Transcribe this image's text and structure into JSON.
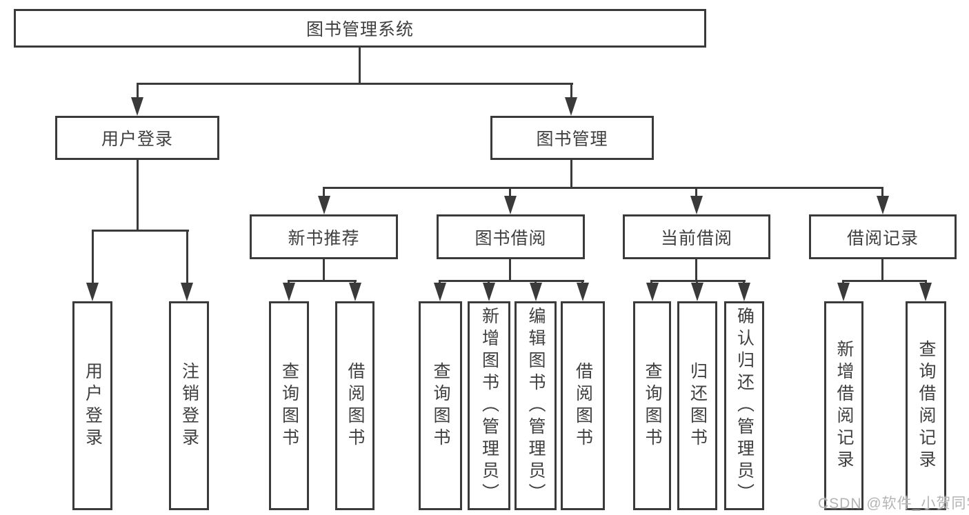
{
  "nodes": {
    "root": "图书管理系统",
    "user_login": "用户登录",
    "book_mgmt": "图书管理",
    "sections": [
      "新书推荐",
      "图书借阅",
      "当前借阅",
      "借阅记录"
    ],
    "login_children": [
      "用户登录",
      "注销登录"
    ],
    "recommend_children": [
      "查询图书",
      "借阅图书"
    ],
    "borrow_children": [
      "查询图书",
      "新增图书（管理员）",
      "编辑图书（管理员）",
      "借阅图书"
    ],
    "current_children": [
      "查询图书",
      "归还图书",
      "确认归还（管理员）"
    ],
    "records_children": [
      "新增借阅记录",
      "查询借阅记录"
    ]
  },
  "watermark": "CSDN @软件_小贺同学",
  "colors": {
    "line": "#3a3a3a",
    "text": "#3f3f3f",
    "watermark": "#b4b4b4",
    "background": "#ffffff"
  }
}
